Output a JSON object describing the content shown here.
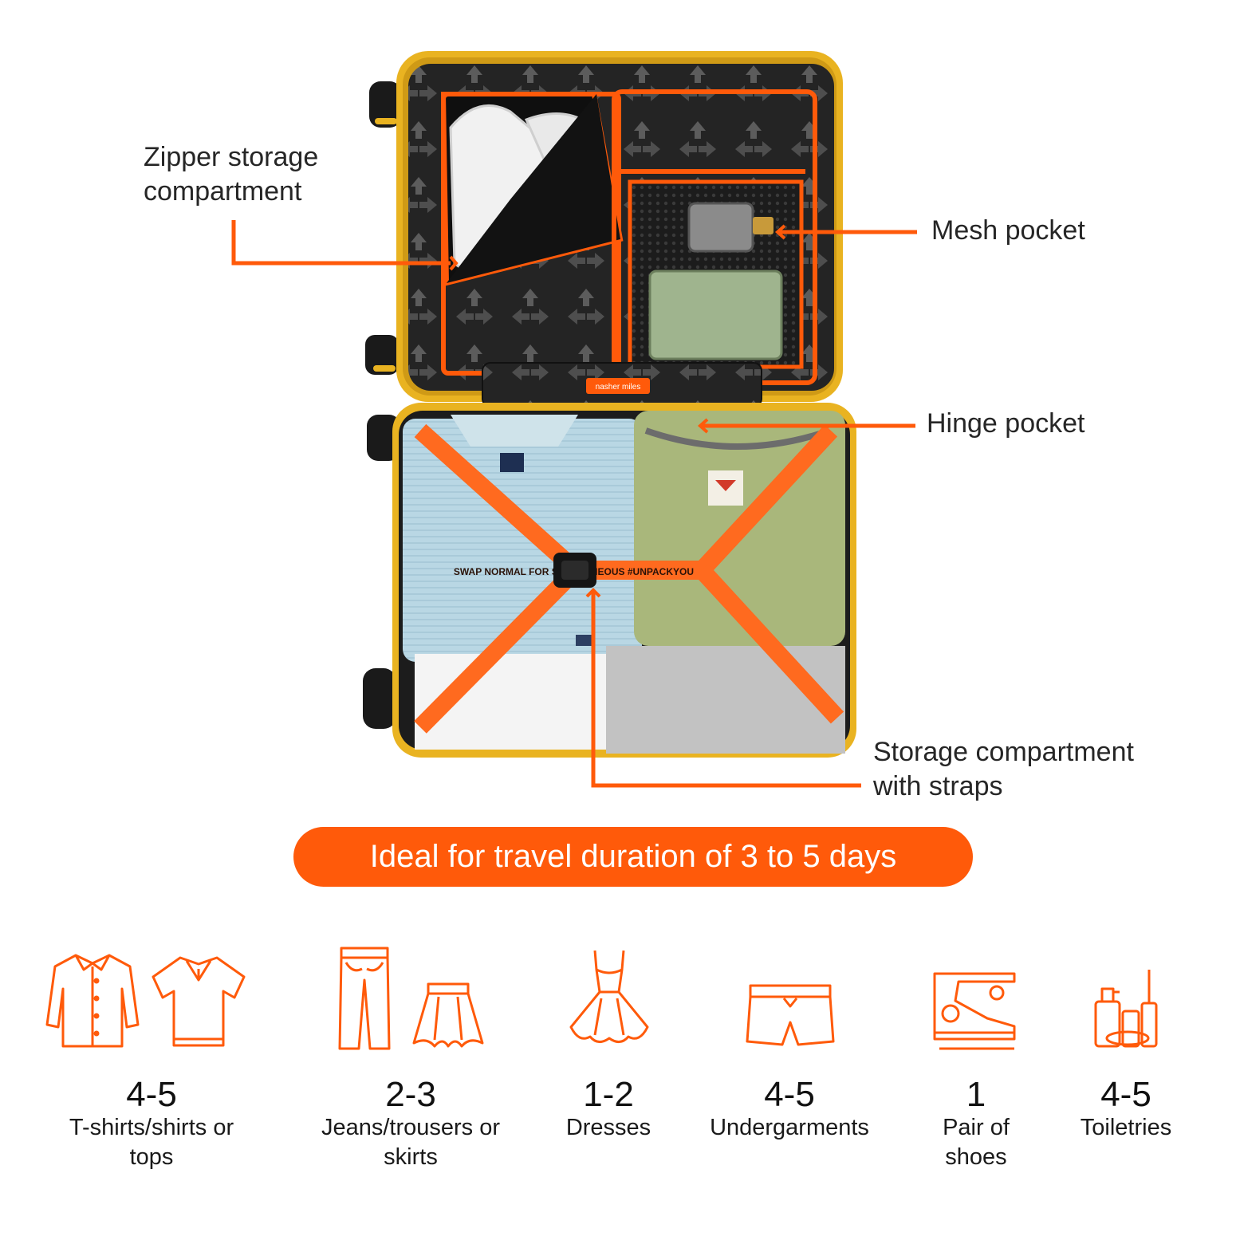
{
  "colors": {
    "accent": "#ff5a0a",
    "shell": "#e9b321",
    "lining": "#232323",
    "strap": "#ff6a1f"
  },
  "suitcase": {
    "brand_tag": "nasher miles",
    "strap_text": "SWAP NORMAL FOR SPONTANEOUS #UNPACKYOU"
  },
  "callouts": {
    "zipper": {
      "line1": "Zipper storage",
      "line2": "compartment"
    },
    "mesh": {
      "line1": "Mesh pocket"
    },
    "hinge": {
      "line1": "Hinge pocket"
    },
    "storage": {
      "line1": "Storage compartment",
      "line2": "with straps"
    }
  },
  "banner": {
    "text": "Ideal for travel duration of 3 to 5 days"
  },
  "capacity": [
    {
      "qty": "4-5",
      "line1": "T-shirts/shirts or",
      "line2": "tops",
      "icons": [
        "shirt-icon",
        "polo-tshirt-icon"
      ]
    },
    {
      "qty": "2-3",
      "line1": "Jeans/trousers or",
      "line2": "skirts",
      "icons": [
        "jeans-icon",
        "skirt-icon"
      ]
    },
    {
      "qty": "1-2",
      "line1": "Dresses",
      "line2": "",
      "icons": [
        "dress-icon"
      ]
    },
    {
      "qty": "4-5",
      "line1": "Undergarments",
      "line2": "",
      "icons": [
        "shorts-icon"
      ]
    },
    {
      "qty": "1",
      "line1": "Pair of",
      "line2": "shoes",
      "icons": [
        "sneakers-icon"
      ]
    },
    {
      "qty": "4-5",
      "line1": "Toiletries",
      "line2": "",
      "icons": [
        "toiletries-icon"
      ]
    }
  ]
}
